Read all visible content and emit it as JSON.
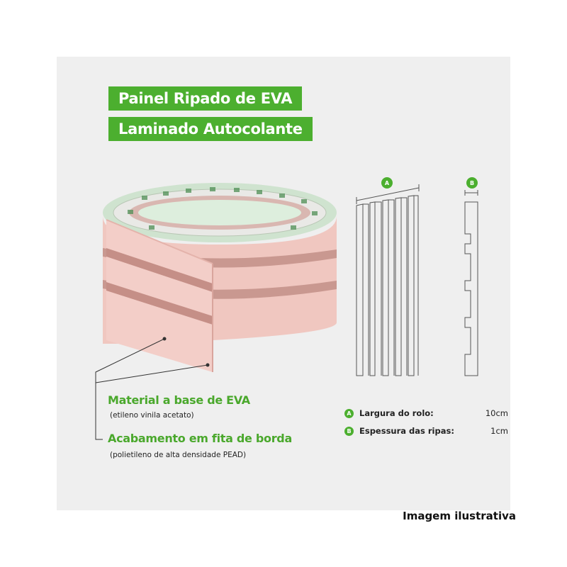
{
  "title": {
    "line1": "Painel Ripado de EVA",
    "line2": "Laminado Autocolante"
  },
  "callouts": {
    "material_title": "Material a base de EVA",
    "material_sub": "(etileno vinila acetato)",
    "finish_title": "Acabamento em fita de borda",
    "finish_sub": "(polietileno de alta densidade PEAD)"
  },
  "diagram": {
    "badge_a": "A",
    "badge_b": "B"
  },
  "specs": [
    {
      "badge": "A",
      "label": "Largura do rolo:",
      "value": "10cm"
    },
    {
      "badge": "B",
      "label": "Espessura das ripas:",
      "value": "1cm"
    }
  ],
  "caption": "Imagem ilustrativa",
  "colors": {
    "brand_green": "#4caf2f",
    "panel_bg": "#efefef",
    "product_pink": "#f1c9c2"
  }
}
